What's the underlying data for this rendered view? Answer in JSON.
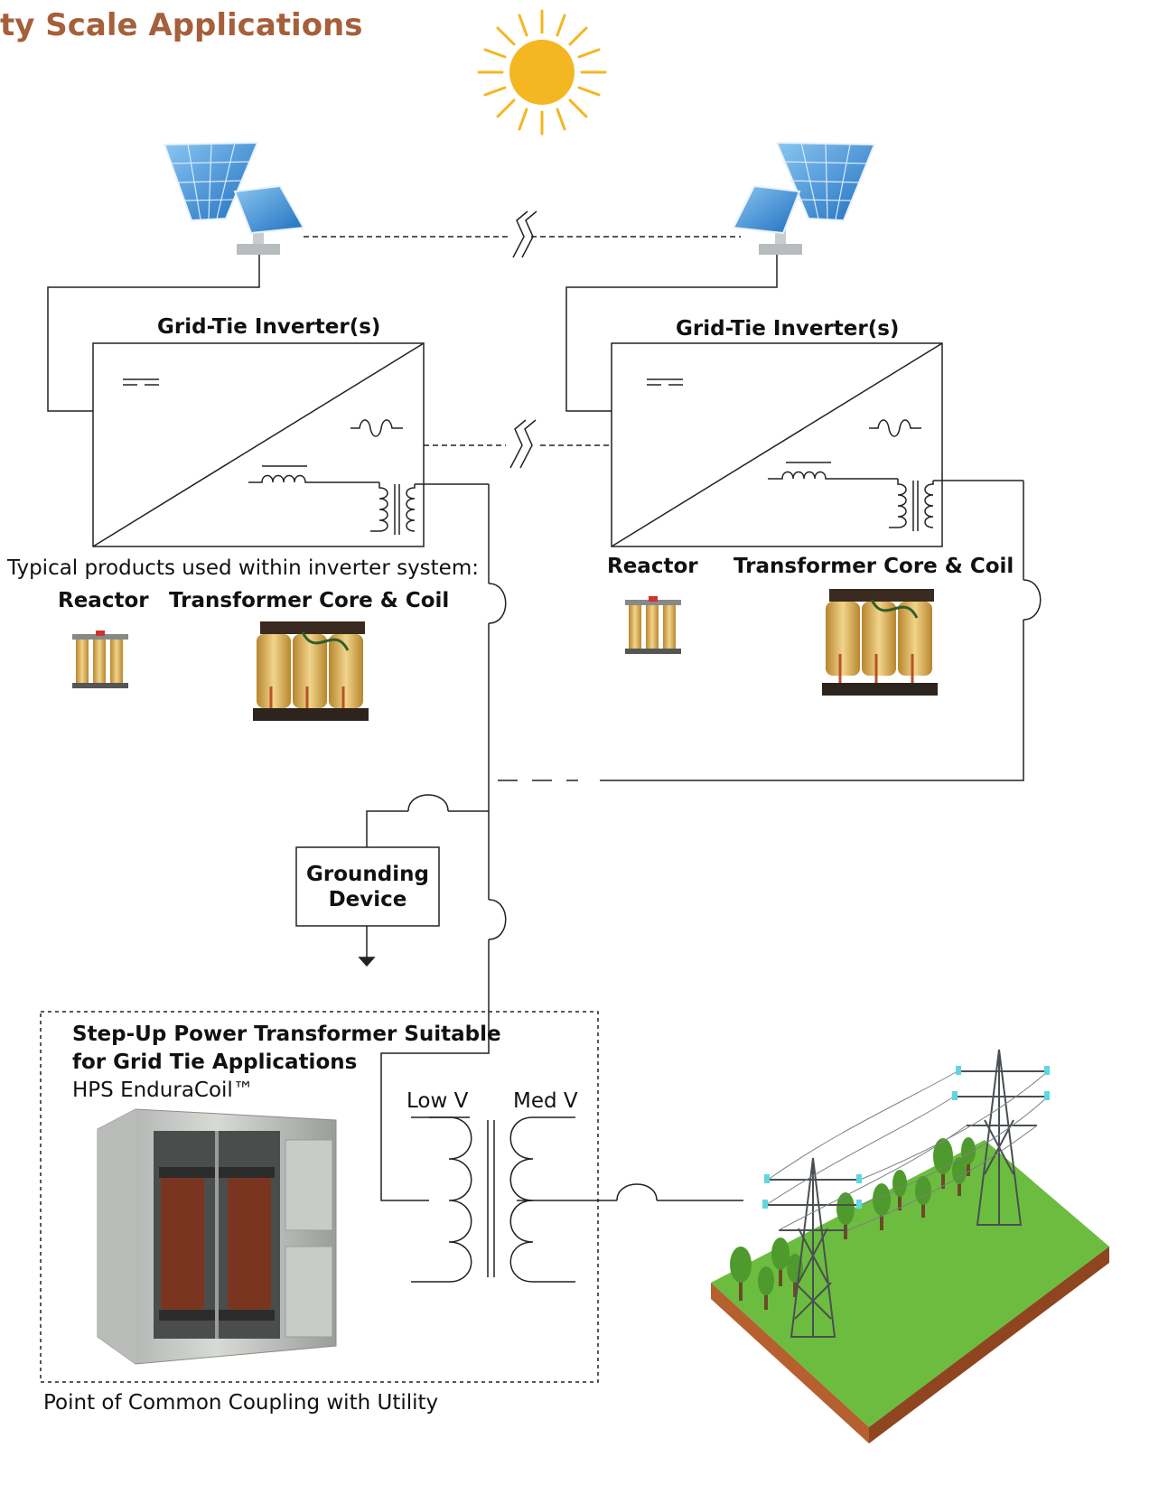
{
  "title": "ty Scale Applications",
  "inverter_left": {
    "title": "Grid-Tie Inverter(s)"
  },
  "inverter_right": {
    "title": "Grid-Tie Inverter(s)"
  },
  "typical_products_note": "Typical products used within inverter system:",
  "left_products": {
    "reactor": "Reactor",
    "transformer": "Transformer Core & Coil"
  },
  "right_products": {
    "reactor": "Reactor",
    "transformer": "Transformer Core & Coil"
  },
  "grounding_device": {
    "line1": "Grounding",
    "line2": "Device"
  },
  "stepup": {
    "line1": "Step-Up Power Transformer Suitable",
    "line2": "for Grid Tie Applications",
    "product": "HPS EnduraCoil™"
  },
  "transformer_sides": {
    "low": "Low V",
    "med": "Med V"
  },
  "pcc_label": "Point of Common Coupling with Utility",
  "colors": {
    "title": "#a65f3b",
    "sun": "#f4b621",
    "panel": "#3b8fd6",
    "transformer_coil": "#d9b46a",
    "grass": "#6cbd3f",
    "soil": "#b5602e"
  }
}
